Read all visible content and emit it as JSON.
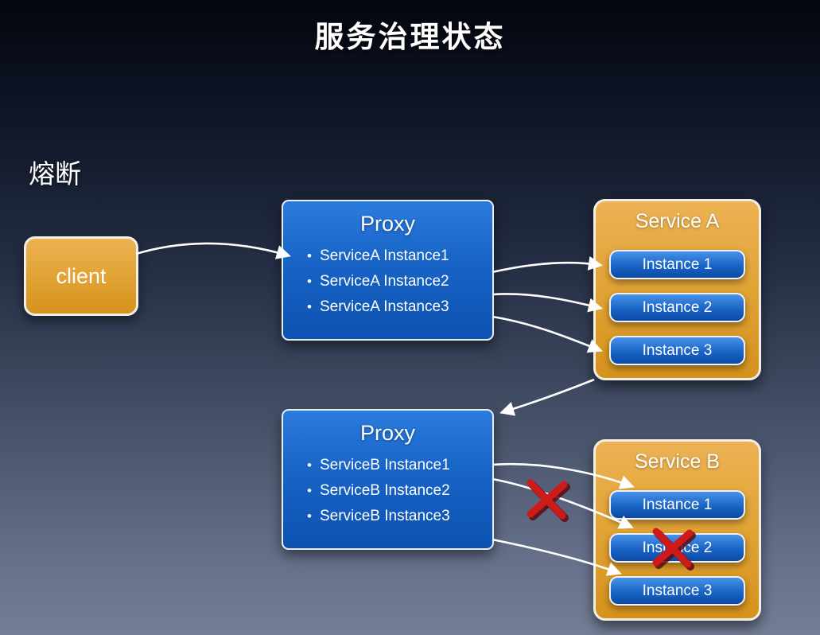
{
  "slide": {
    "title": "服务治理状态",
    "section_label": "熔断"
  },
  "client": {
    "label": "client"
  },
  "proxy_a": {
    "title": "Proxy",
    "items": [
      "ServiceA Instance1",
      "ServiceA Instance2",
      "ServiceA Instance3"
    ]
  },
  "service_a": {
    "title": "Service A",
    "instances": [
      "Instance 1",
      "Instance 2",
      "Instance 3"
    ]
  },
  "proxy_b": {
    "title": "Proxy",
    "items": [
      "ServiceB Instance1",
      "ServiceB Instance2",
      "ServiceB Instance3"
    ]
  },
  "service_b": {
    "title": "Service B",
    "instances": [
      "Instance 1",
      "Instance 2",
      "Instance 3"
    ]
  },
  "colors": {
    "node_orange": "#E2A436",
    "node_blue": "#1565C5",
    "arrow_white": "#FFFFFF",
    "failure_red": "#C8151B"
  }
}
